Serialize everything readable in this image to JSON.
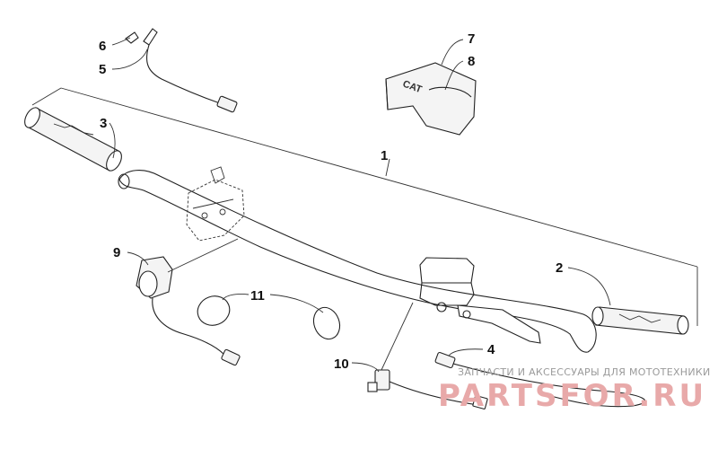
{
  "callouts": {
    "c1": "1",
    "c2": "2",
    "c3": "3",
    "c4": "4",
    "c5": "5",
    "c6": "6",
    "c7": "7",
    "c8": "8",
    "c9": "9",
    "c10": "10",
    "c11": "11"
  },
  "pad_logo": "CAT",
  "watermark": {
    "tagline": "ЗАПЧАСТИ И АКСЕССУАРЫ ДЛЯ МОТОТЕХНИКИ",
    "brand": "PARTSFOR.RU",
    "color": "#e8a9a9"
  }
}
